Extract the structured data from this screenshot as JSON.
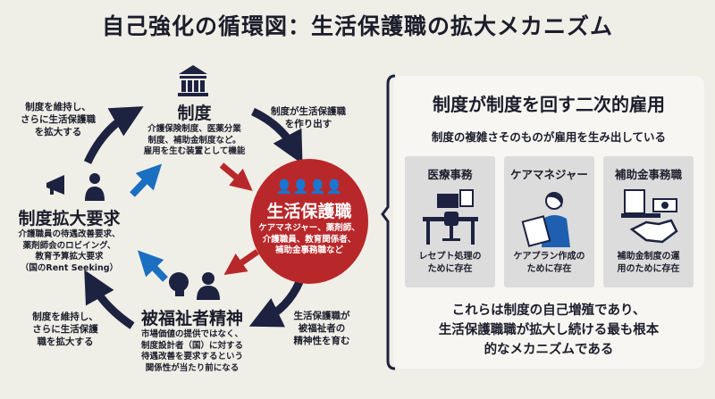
{
  "title": "自己強化の循環図：生活保護職の拡大メカニズム",
  "colors": {
    "navy": "#1d2240",
    "blue": "#1a6fc0",
    "red": "#b8282a",
    "background": "#efeee7"
  },
  "nodes": {
    "seido": {
      "title": "制度",
      "desc": [
        "介護保険制度、医薬分業",
        "制度、補助金制度など。",
        "雇用を生む装置として機能"
      ]
    },
    "seikatsu": {
      "title": "生活保護職",
      "desc": [
        "ケアマネジャー、薬剤師、",
        "介護職員、教育関係者、",
        "補助金事務職など"
      ]
    },
    "hifukushi": {
      "title": "被福祉者精神",
      "desc": [
        "市場価値の提供ではなく、",
        "制度設計者（国）に対する",
        "待遇改善を要求するという",
        "関係性が当たり前になる"
      ]
    },
    "youkyu": {
      "title": "制度拡大要求",
      "desc": [
        "介護職員の待遇改善要求、",
        "薬剤師会のロビイング、",
        "教育予算拡大要求",
        "（国のRent Seeking）"
      ]
    }
  },
  "arrow_labels": {
    "top_left": [
      "制度を維持し、",
      "さらに生活保護職",
      "を拡大する"
    ],
    "top_right": [
      "制度が生活保護職",
      "を作り出す"
    ],
    "bottom_left": [
      "制度を維持し、",
      "さらに生活保護",
      "職を拡大する"
    ],
    "bottom_right": [
      "生活保護職が",
      "被福祉者の",
      "精神性を育む"
    ]
  },
  "panel": {
    "title": "制度が制度を回す二次的雇用",
    "subtitle": "制度の複雑さそのものが雇用を生み出している",
    "cards": [
      {
        "title": "医療事務",
        "desc": [
          "レセプト処理の",
          "ために存在"
        ],
        "icon": "office-desk-icon"
      },
      {
        "title": "ケアマネジャー",
        "desc": [
          "ケアプラン作成の",
          "ために存在"
        ],
        "icon": "care-manager-icon"
      },
      {
        "title": "補助金事務職",
        "desc": [
          "補助金制度の運",
          "用のために存在"
        ],
        "icon": "subsidy-handshake-icon"
      }
    ],
    "conclusion": [
      "これらは制度の自己増殖であり、",
      "生活保護職職が拡大し続ける最も根本",
      "的なメカニズムである"
    ]
  }
}
